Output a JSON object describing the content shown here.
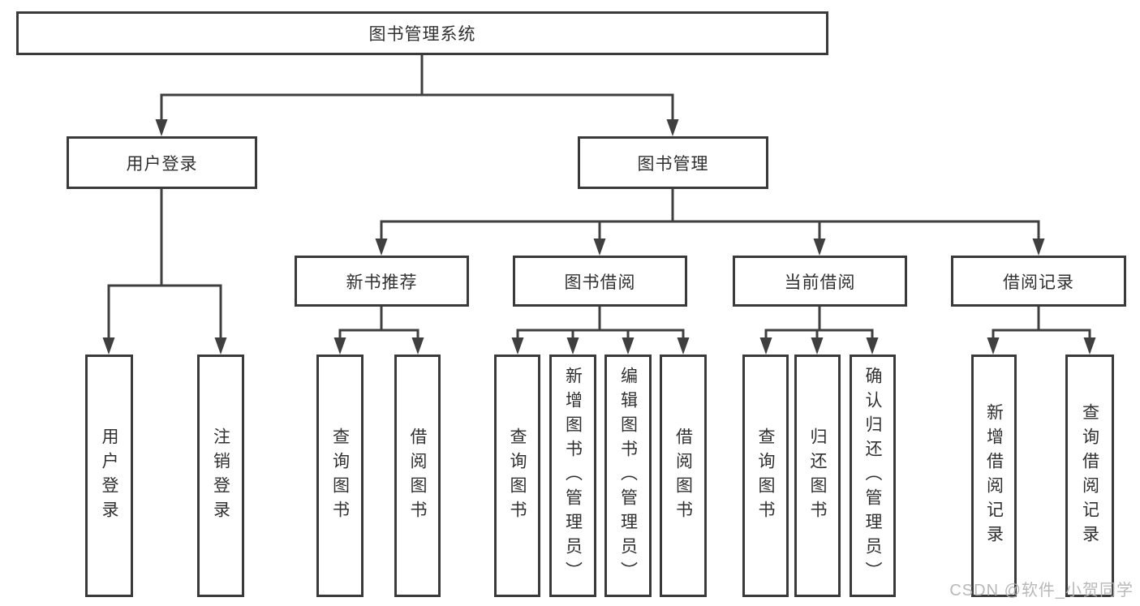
{
  "diagram": {
    "root": "图书管理系统",
    "level2": {
      "user_login": "用户登录",
      "book_mgmt": "图书管理"
    },
    "level3": {
      "new_book_rec": "新书推荐",
      "book_borrow": "图书借阅",
      "current_borrow": "当前借阅",
      "borrow_records": "借阅记录"
    },
    "leaves": {
      "user_login": "用户登录",
      "logout": "注销登录",
      "rec_query_book": "查询图书",
      "rec_borrow_book": "借阅图书",
      "bor_query_book": "查询图书",
      "bor_add_book": "新增图书（管理员）",
      "bor_edit_book": "编辑图书（管理员）",
      "bor_borrow_book": "借阅图书",
      "cur_query_book": "查询图书",
      "cur_return_book": "归还图书",
      "cur_confirm_return": "确认归还（管理员）",
      "rec_add_record": "新增借阅记录",
      "rec_query_record": "查询借阅记录"
    }
  },
  "watermark": "CSDN @软件_小贺同学",
  "colors": {
    "line": "#3f3f3f",
    "box_border": "#3a3a3a",
    "text": "#303030",
    "watermark": "#b1b1b1",
    "background": "#ffffff"
  }
}
